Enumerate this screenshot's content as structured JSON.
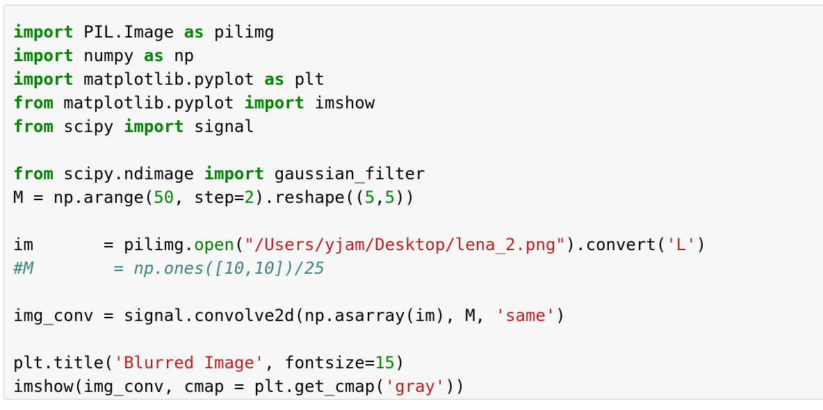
{
  "code_cell": {
    "lines": [
      [
        {
          "t": "kw",
          "v": "import"
        },
        {
          "t": "p",
          "v": " PIL.Image "
        },
        {
          "t": "kw",
          "v": "as"
        },
        {
          "t": "p",
          "v": " pilimg"
        }
      ],
      [
        {
          "t": "kw",
          "v": "import"
        },
        {
          "t": "p",
          "v": " numpy "
        },
        {
          "t": "kw",
          "v": "as"
        },
        {
          "t": "p",
          "v": " np"
        }
      ],
      [
        {
          "t": "kw",
          "v": "import"
        },
        {
          "t": "p",
          "v": " matplotlib.pyplot "
        },
        {
          "t": "kw",
          "v": "as"
        },
        {
          "t": "p",
          "v": " plt"
        }
      ],
      [
        {
          "t": "kw",
          "v": "from"
        },
        {
          "t": "p",
          "v": " matplotlib.pyplot "
        },
        {
          "t": "kw",
          "v": "import"
        },
        {
          "t": "p",
          "v": " imshow"
        }
      ],
      [
        {
          "t": "kw",
          "v": "from"
        },
        {
          "t": "p",
          "v": " scipy "
        },
        {
          "t": "kw",
          "v": "import"
        },
        {
          "t": "p",
          "v": " signal"
        }
      ],
      [],
      [
        {
          "t": "kw",
          "v": "from"
        },
        {
          "t": "p",
          "v": " scipy.ndimage "
        },
        {
          "t": "kw",
          "v": "import"
        },
        {
          "t": "p",
          "v": " gaussian_filter"
        }
      ],
      [
        {
          "t": "p",
          "v": "M = np.arange("
        },
        {
          "t": "num",
          "v": "50"
        },
        {
          "t": "p",
          "v": ", step="
        },
        {
          "t": "num",
          "v": "2"
        },
        {
          "t": "p",
          "v": ").reshape(("
        },
        {
          "t": "num",
          "v": "5"
        },
        {
          "t": "p",
          "v": ","
        },
        {
          "t": "num",
          "v": "5"
        },
        {
          "t": "p",
          "v": "))"
        }
      ],
      [],
      [
        {
          "t": "p",
          "v": "im       = pilimg."
        },
        {
          "t": "bi",
          "v": "open"
        },
        {
          "t": "p",
          "v": "("
        },
        {
          "t": "str",
          "v": "\"/Users/yjam/Desktop/lena_2.png\""
        },
        {
          "t": "p",
          "v": ").convert("
        },
        {
          "t": "str",
          "v": "'L'"
        },
        {
          "t": "p",
          "v": ")"
        }
      ],
      [
        {
          "t": "cm",
          "v": "#M        = np.ones([10,10])/25"
        }
      ],
      [],
      [
        {
          "t": "p",
          "v": "img_conv = signal.convolve2d(np.asarray(im), M, "
        },
        {
          "t": "str",
          "v": "'same'"
        },
        {
          "t": "p",
          "v": ")"
        }
      ],
      [],
      [
        {
          "t": "p",
          "v": "plt.title("
        },
        {
          "t": "str",
          "v": "'Blurred Image'"
        },
        {
          "t": "p",
          "v": ", fontsize="
        },
        {
          "t": "num",
          "v": "15"
        },
        {
          "t": "p",
          "v": ")"
        }
      ],
      [
        {
          "t": "p",
          "v": "imshow(img_conv, cmap = plt.get_cmap("
        },
        {
          "t": "str",
          "v": "'gray'"
        },
        {
          "t": "p",
          "v": "))"
        }
      ]
    ]
  },
  "colors": {
    "keyword": "#008000",
    "number": "#008000",
    "builtin": "#008000",
    "string": "#ba2121",
    "comment": "#408080",
    "cell_background": "#f7f7f7",
    "cell_border": "#cfcfcf"
  }
}
